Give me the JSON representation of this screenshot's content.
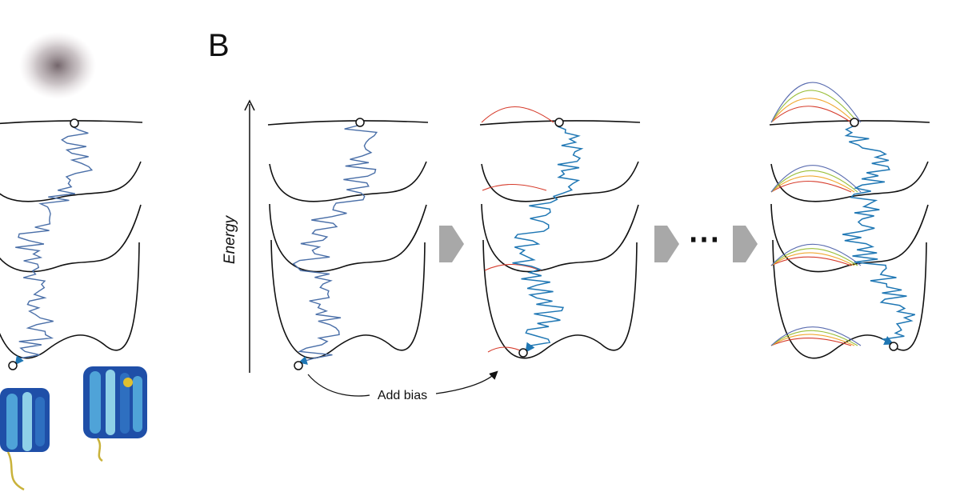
{
  "panel_letter": "B",
  "energy_axis_label": "Energy",
  "add_bias_label": "Add bias",
  "ellipsis": "⋯",
  "colors": {
    "landscape": "#111111",
    "trajectory_a": "#4a6fa8",
    "trajectory_b": "#1f77b4",
    "arrow": "#a8a8a8",
    "bias": [
      "#d63b2b",
      "#f0a830",
      "#9bbf3a",
      "#5b6db0"
    ]
  }
}
